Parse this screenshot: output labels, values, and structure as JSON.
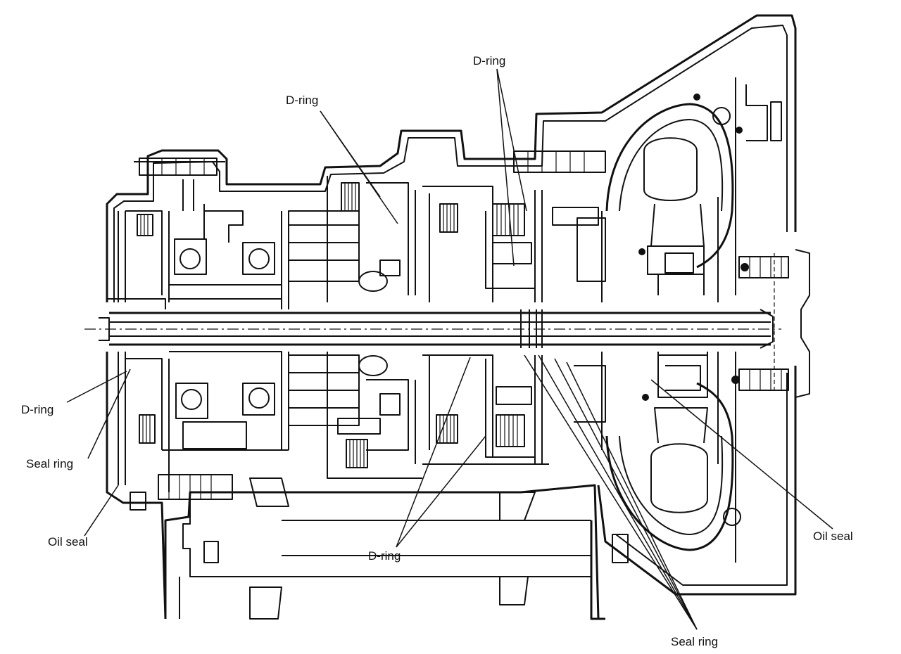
{
  "labels": {
    "d_ring_top_center": "D-ring",
    "d_ring_top_right": "D-ring",
    "d_ring_left": "D-ring",
    "seal_ring_left": "Seal ring",
    "oil_seal_left": "Oil seal",
    "d_ring_bottom_center": "D-ring",
    "oil_seal_right": "Oil seal",
    "seal_ring_bottom": "Seal ring"
  }
}
